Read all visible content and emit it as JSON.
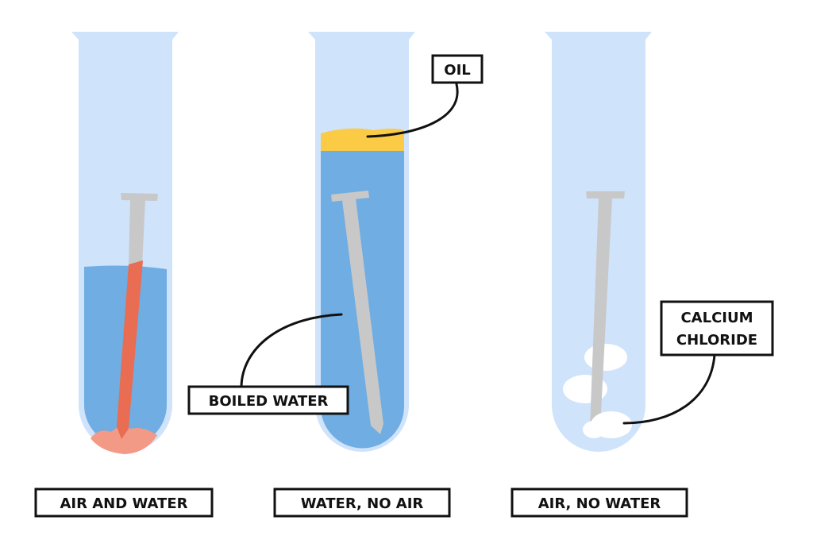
{
  "colors": {
    "tube_glass": "#cfe3fb",
    "water": "#6fade2",
    "oil": "#fbcb45",
    "nail": "#c8c8c8",
    "rust": "#e86d52",
    "rust_sediment": "#f39a86",
    "calcium_chloride": "#ffffff",
    "label_border": "#111111"
  },
  "tubes": [
    {
      "label": "AIR AND WATER",
      "contents": [
        "water",
        "rusted-nail",
        "rust-sediment"
      ]
    },
    {
      "label": "WATER, NO AIR",
      "contents": [
        "oil-layer",
        "boiled-water",
        "nail"
      ]
    },
    {
      "label": "AIR, NO WATER",
      "contents": [
        "nail",
        "calcium-chloride"
      ]
    }
  ],
  "callouts": {
    "oil": "OIL",
    "boiled_water": "BOILED WATER",
    "calcium_chloride_line1": "CALCIUM",
    "calcium_chloride_line2": "CHLORIDE"
  }
}
